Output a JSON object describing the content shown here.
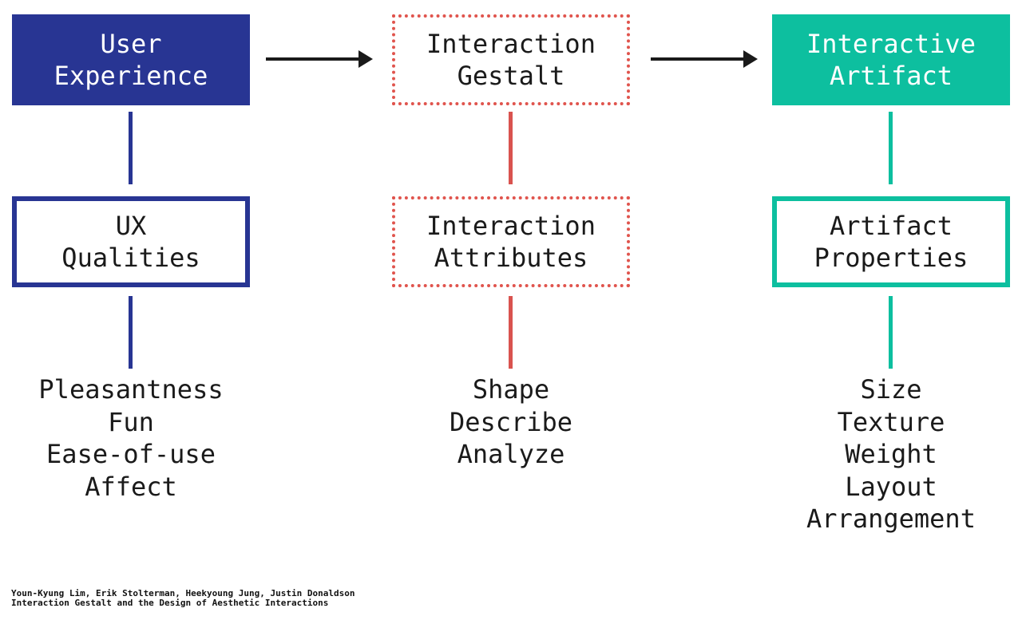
{
  "columns": [
    {
      "top_box": "User\nExperience",
      "mid_box": "UX\nQualities",
      "items": [
        "Pleasantness",
        "Fun",
        "Ease-of-use",
        "Affect"
      ]
    },
    {
      "top_box": "Interaction\nGestalt",
      "mid_box": "Interaction\nAttributes",
      "items": [
        "Shape",
        "Describe",
        "Analyze"
      ]
    },
    {
      "top_box": "Interactive\nArtifact",
      "mid_box": "Artifact\nProperties",
      "items": [
        "Size",
        "Texture",
        "Weight",
        "Layout",
        "Arrangement"
      ]
    }
  ],
  "credits": {
    "authors": "Youn-Kyung Lim, Erik Stolterman, Heekyoung Jung, Justin Donaldson",
    "title": "Interaction Gestalt and the Design of Aesthetic Interactions"
  },
  "colors": {
    "blue": "#283593",
    "red": "#e0544d",
    "teal": "#0dbf9f"
  }
}
